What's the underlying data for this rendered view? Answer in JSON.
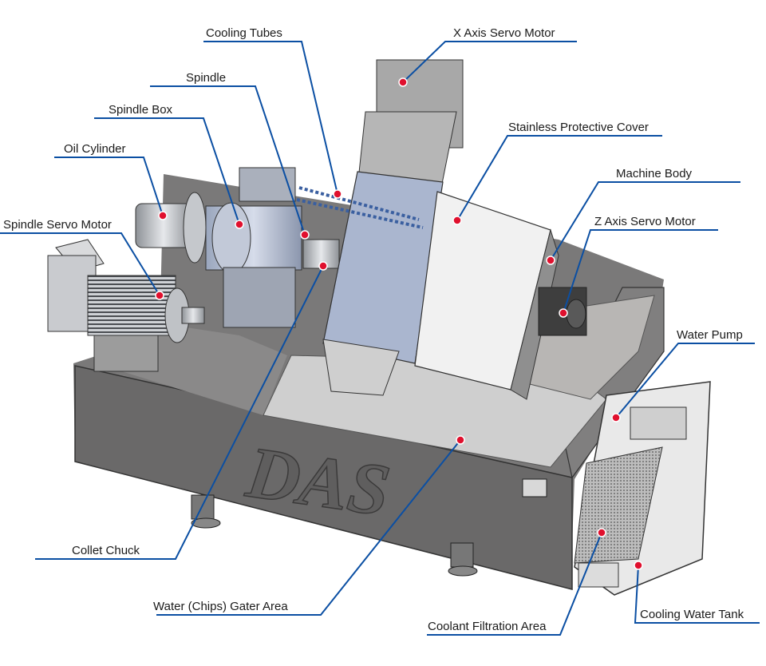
{
  "brand": "DAS",
  "colors": {
    "leader_line": "#0b4fa3",
    "dot": "#e0102e",
    "body": "#6b6a6a",
    "steel": "#b9bcc1"
  },
  "labels": {
    "cooling_tubes": "Cooling Tubes",
    "x_axis_servo_motor": "X Axis Servo Motor",
    "spindle": "Spindle",
    "spindle_box": "Spindle Box",
    "stainless_protective_cover": "Stainless Protective Cover",
    "oil_cylinder": "Oil Cylinder",
    "machine_body": "Machine Body",
    "spindle_servo_motor": "Spindle Servo Motor",
    "z_axis_servo_motor": "Z Axis Servo Motor",
    "water_pump": "Water Pump",
    "collet_chuck": "Collet Chuck",
    "water_chips_gater_area": "Water (Chips) Gater Area",
    "coolant_filtration_area": "Coolant Filtration Area",
    "cooling_water_tank": "Cooling Water Tank"
  }
}
